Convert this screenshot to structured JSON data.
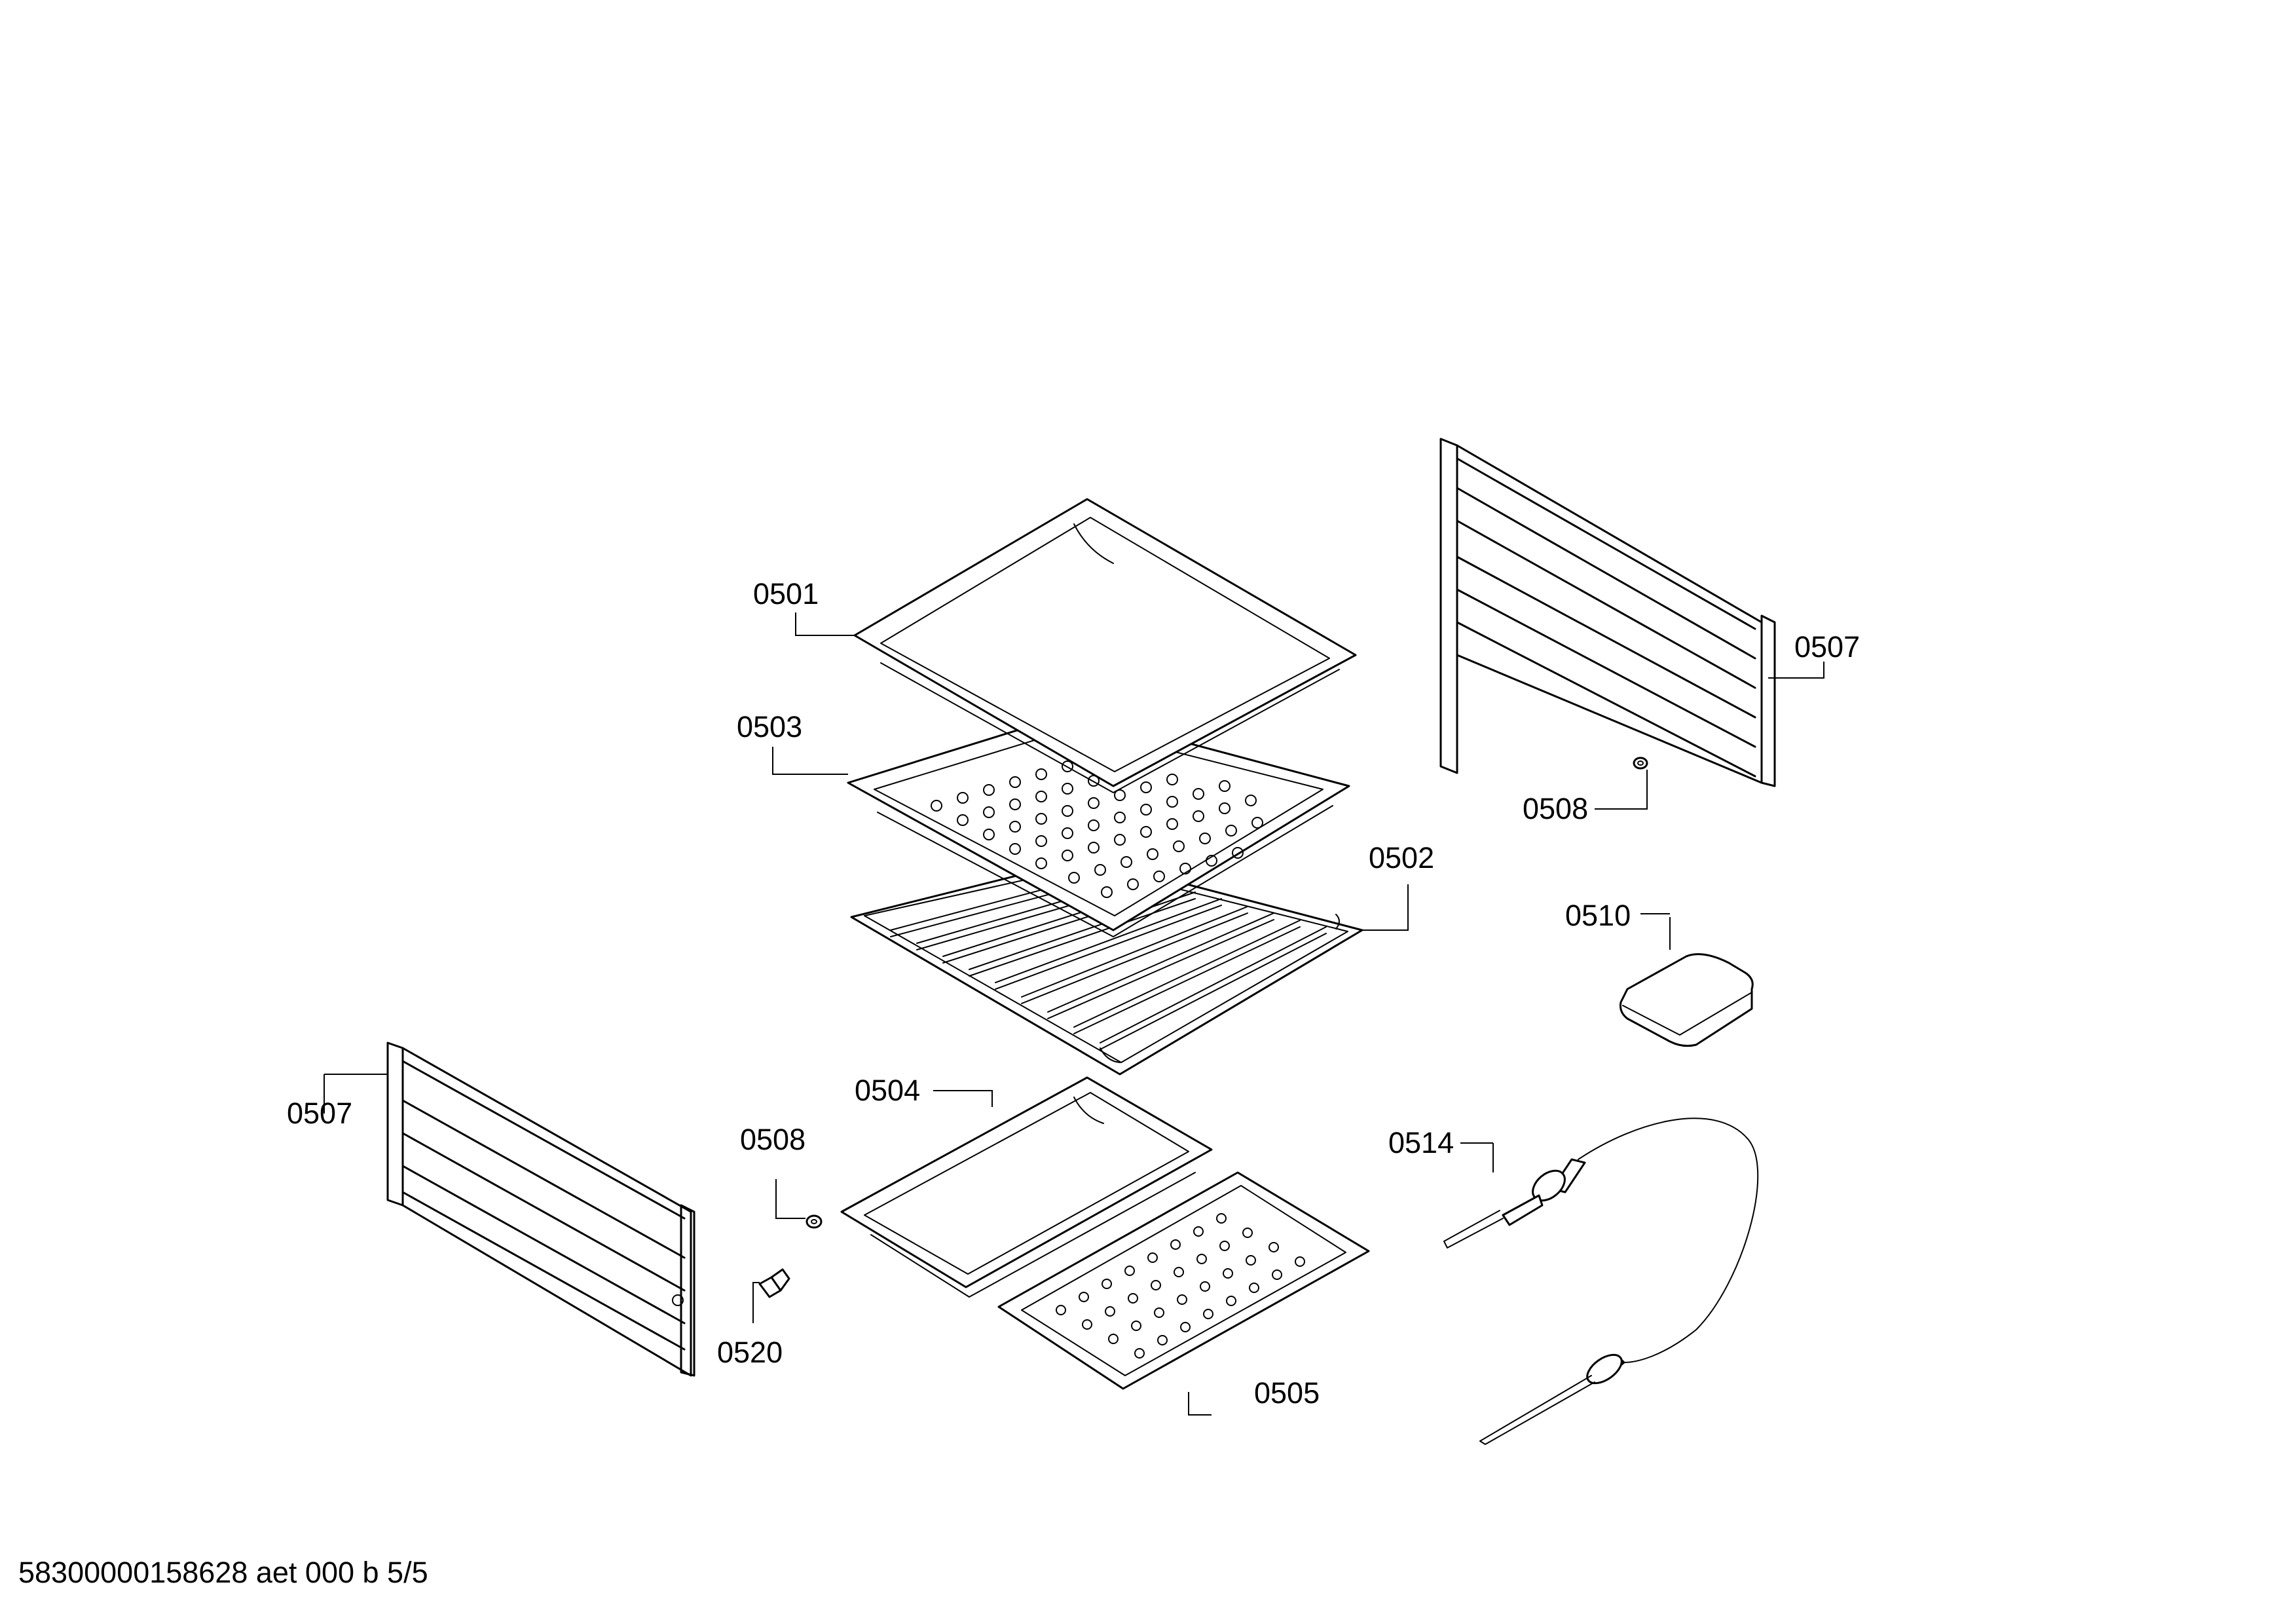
{
  "labels": {
    "p0501": "0501",
    "p0503": "0503",
    "p0502": "0502",
    "p0507_right": "0507",
    "p0508_right": "0508",
    "p0510": "0510",
    "p0507_left": "0507",
    "p0504": "0504",
    "p0508_left": "0508",
    "p0514": "0514",
    "p0520": "0520",
    "p0505": "0505"
  },
  "footer": "58300000158628 aet 000 b 5/5"
}
